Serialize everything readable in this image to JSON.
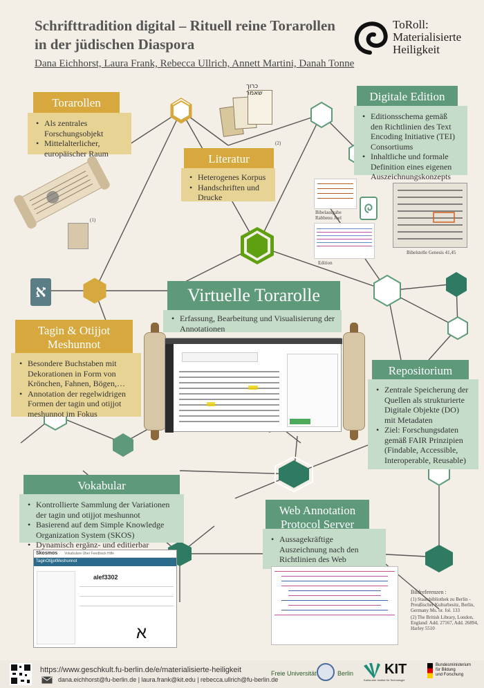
{
  "header": {
    "title": "Schrifttradition digital – Rituell reine Torarollen in der jüdischen Diaspora",
    "authors": "Dana Eichhorst, Laura Frank, Rebecca Ullrich, Annett Martini, Danah Tonne",
    "logo_line1": "ToRoll:",
    "logo_line2": "Materialisierte",
    "logo_line3": "Heiligkeit"
  },
  "torarollen": {
    "title": "Torarollen",
    "items": [
      "Als zentrales Forschungsobjekt",
      "Mittelalterlicher, europäischer Raum"
    ],
    "marker": "(1)"
  },
  "literatur": {
    "title": "Literatur",
    "items": [
      "Heterogenes Korpus",
      "Handschriften und Drucke"
    ],
    "marker": "(2)"
  },
  "edition": {
    "title": "Digitale Edition",
    "items": [
      "Editionsschema gemäß den Richtlinien des Text Encoding Initiative (TEI) Consortiums",
      "Inhaltliche und formale Definition eines eigenen Auszeichnungskonzepts"
    ],
    "caption_bibel": "Bibelausgabe Rabbenu Joel",
    "caption_edition": "Edition",
    "caption_genesis": "Bibelstelle Genesis 41,45"
  },
  "virtuell": {
    "title": "Virtuelle Torarolle",
    "items": [
      "Erfassung, Bearbeitung und Visualisierung der Annotationen"
    ]
  },
  "tagin": {
    "title": "Tagin  &  Otijjot Meshunnot",
    "items": [
      "Besondere Buchstaben mit Dekorationen in Form von Krönchen, Fahnen, Bögen,…",
      "Annotation der regelwidrigen Formen der tagin und otijjot meshunnot im Fokus"
    ]
  },
  "repositorium": {
    "title": "Repositorium",
    "items": [
      "Zentrale Speicherung der Quellen als strukturierte Digitale Objekte (DO) mit Metadaten",
      "Ziel: Forschungsdaten gemäß FAIR Prinzipien (Findable, Accessible, Interoperable, Reusable)"
    ]
  },
  "vokabular": {
    "title": "Vokabular",
    "items": [
      "Kontrollierte Sammlung der Variationen der tagin und otijjot meshunnot",
      "Basierend auf dem Simple Knowledge Organization System (SKOS)",
      "Dynamisch ergänz- und editierbar"
    ]
  },
  "wap": {
    "title": "Web Annotation Protocol Server",
    "items": [
      "Aussagekräftige Auszeichnung nach den Richtlinien des Web Annotation Data Model (WADM)"
    ]
  },
  "skosmos": {
    "brand": "Skosmos",
    "nav": "Vokabulare  Über  Feedback  Hilfe",
    "concept": "alef3302",
    "tab": "TaginOtijjotMeshunnot"
  },
  "bildreferenzen": {
    "title": "Bildreferenzen :",
    "items": [
      "(1)  Staatsbibliothek zu Berlin - Preußischer Kulturbesitz, Berlin, Germany Ms. or. fol. 133",
      "(2) The British Library, London, England: Add. 27167, Add. 26894, Harley 5510"
    ]
  },
  "footer": {
    "url": "https://www.geschkult.fu-berlin.de/e/materialisierte-heiligkeit",
    "emails": "dana.eichhorst@fu-berlin.de | laura.frank@kit.edu | rebecca.ullrich@fu-berlin.de",
    "fu": "Freie Universität",
    "fu2": "Berlin",
    "kit": "KIT",
    "kit_sub": "Karlsruher Institut für Technologie",
    "bmbf1": "Bundesministerium",
    "bmbf2": "für Bildung",
    "bmbf3": "und Forschung"
  },
  "colors": {
    "gold": "#d6a83d",
    "green": "#5e9a7a",
    "green_dark": "#2f7a63",
    "background": "#f3eee6"
  },
  "icons": [
    "toroll-logo-icon",
    "aleph-icon",
    "tag-icon",
    "qr-code-icon",
    "mail-icon"
  ]
}
